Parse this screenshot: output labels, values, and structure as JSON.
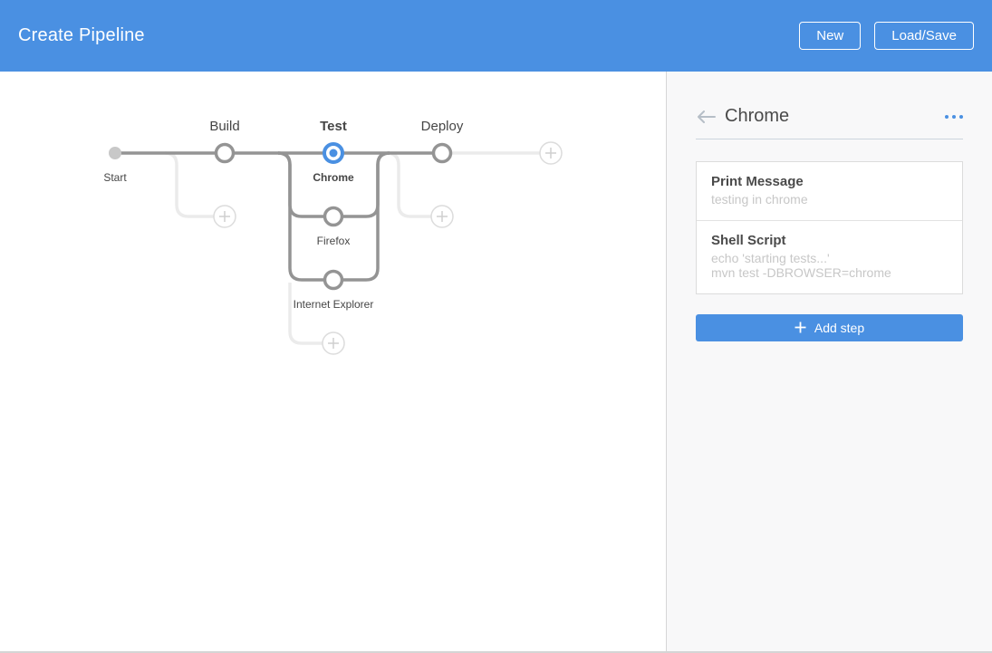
{
  "header": {
    "title": "Create Pipeline",
    "new_label": "New",
    "loadsave_label": "Load/Save"
  },
  "graph": {
    "stage_labels": {
      "start": "Start",
      "build": "Build",
      "test": "Test",
      "deploy": "Deploy"
    },
    "branch_labels": {
      "chrome": "Chrome",
      "firefox": "Firefox",
      "internet_explorer": "Internet Explorer"
    },
    "selected_stage": "Test",
    "selected_branch": "Chrome"
  },
  "panel": {
    "title": "Chrome",
    "steps": [
      {
        "name": "Print Message",
        "details": [
          "testing in chrome"
        ]
      },
      {
        "name": "Shell Script",
        "details": [
          "echo 'starting tests...'",
          "mvn test -DBROWSER=chrome"
        ]
      }
    ],
    "add_step_label": "Add step"
  },
  "colors": {
    "accent": "#4a90e2",
    "graph_line": "#949494",
    "graph_line_light": "#ebebeb",
    "text_dark": "#4a4a4a",
    "text_light": "#c7c7c7"
  }
}
